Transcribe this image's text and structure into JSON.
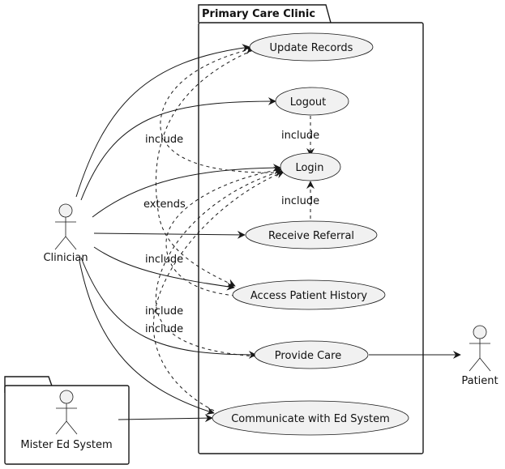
{
  "packages": {
    "clinic": {
      "title": "Primary Care Clinic"
    },
    "ed": {
      "title": ""
    }
  },
  "actors": {
    "clinician": "Clinician",
    "patient": "Patient",
    "mister_ed": "Mister Ed System"
  },
  "use_cases": {
    "update_records": "Update Records",
    "logout": "Logout",
    "login": "Login",
    "receive_referral": "Receive Referral",
    "access_history": "Access Patient History",
    "provide_care": "Provide Care",
    "communicate_ed": "Communicate with Ed System"
  },
  "edge_labels": {
    "logout_include": "include",
    "referral_include": "include",
    "update_include": "include",
    "extends": "extends",
    "history_include": "include",
    "care_include": "include",
    "ed_include": "include"
  }
}
